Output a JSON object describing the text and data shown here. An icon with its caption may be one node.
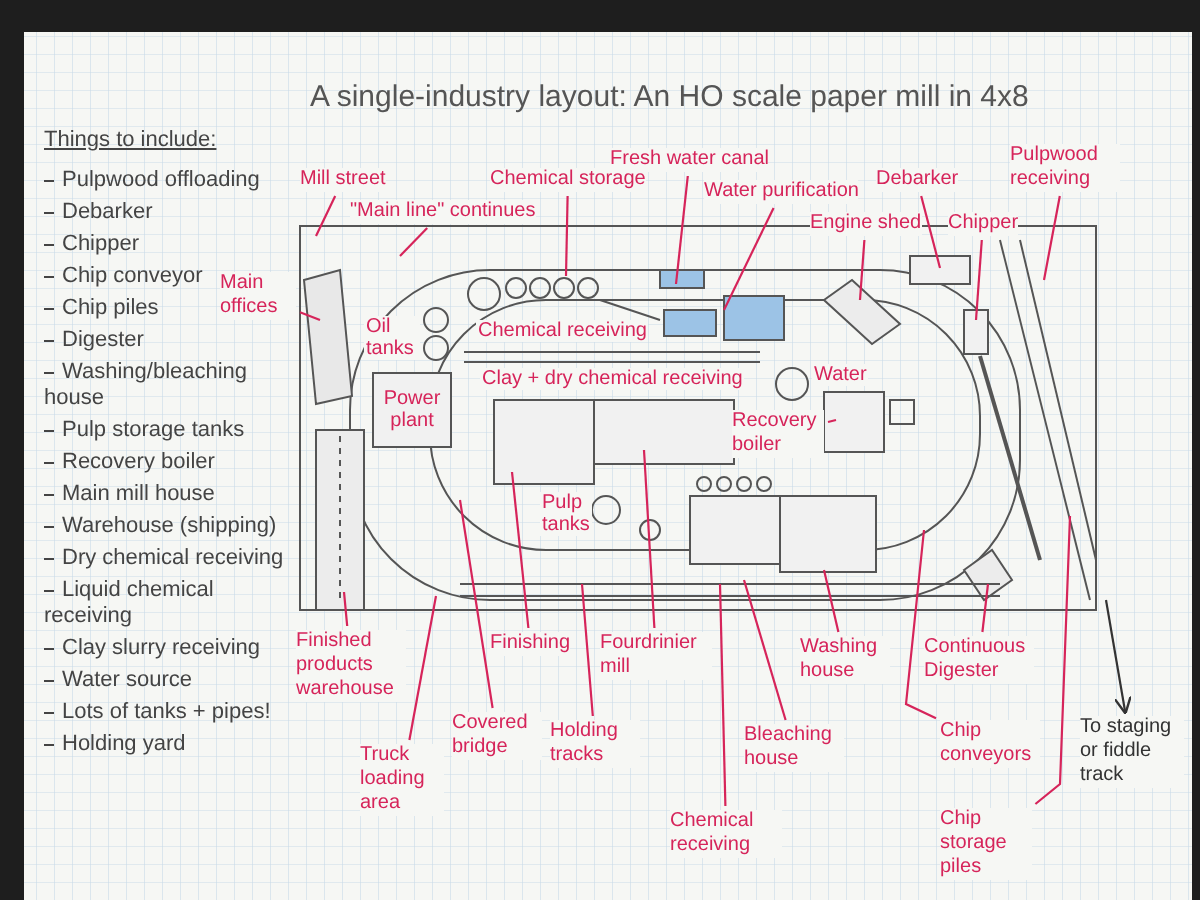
{
  "diagram": {
    "title": "A single-industry layout: An HO scale paper mill in 4x8",
    "nodes": [
      {
        "text": [
          "Mill street"
        ]
      },
      {
        "text": [
          "\"Main line\" continues"
        ]
      },
      {
        "text": [
          "Chemical storage"
        ]
      },
      {
        "text": [
          "Fresh water canal"
        ]
      },
      {
        "text": [
          "Water purification"
        ]
      },
      {
        "text": [
          "Engine shed"
        ]
      },
      {
        "text": [
          "Debarker"
        ]
      },
      {
        "text": [
          "Chipper"
        ]
      },
      {
        "text": [
          "Pulpwood receiving"
        ]
      },
      {
        "text": [
          "Main offices"
        ]
      },
      {
        "text": [
          "Power plant"
        ]
      },
      {
        "text": [
          "Recovery boiler"
        ]
      },
      {
        "text": [
          "Finished products warehouse"
        ]
      },
      {
        "text": [
          "Truck loading area"
        ]
      },
      {
        "text": [
          "Covered bridge"
        ]
      },
      {
        "text": [
          "Finishing"
        ]
      },
      {
        "text": [
          "Fourdrinier mill"
        ]
      },
      {
        "text": [
          "Holding tracks"
        ]
      },
      {
        "text": [
          "Washing house"
        ]
      },
      {
        "text": [
          "Bleaching house"
        ]
      },
      {
        "text": [
          "Chemical receiving"
        ]
      },
      {
        "text": [
          "Continuous Digester"
        ]
      },
      {
        "text": [
          "Chip conveyors"
        ]
      },
      {
        "text": [
          "Chip storage piles"
        ]
      },
      {
        "text": [
          "To staging or fiddle track"
        ]
      }
    ],
    "edges": [
      {
        "from": 0,
        "to": null,
        "arrow": "none"
      },
      {
        "from": 1,
        "to": null,
        "arrow": "none"
      },
      {
        "from": 2,
        "to": null,
        "arrow": "none"
      },
      {
        "from": 3,
        "to": null,
        "arrow": "none"
      },
      {
        "from": 4,
        "to": null,
        "arrow": "none"
      },
      {
        "from": 5,
        "to": null,
        "arrow": "none"
      },
      {
        "from": 6,
        "to": null,
        "arrow": "none"
      },
      {
        "from": 7,
        "to": null,
        "arrow": "none"
      },
      {
        "from": 8,
        "to": null,
        "arrow": "none"
      },
      {
        "from": 9,
        "to": null,
        "arrow": "none"
      },
      {
        "from": 11,
        "to": null,
        "arrow": "none"
      },
      {
        "from": 12,
        "to": null,
        "arrow": "none"
      },
      {
        "from": 13,
        "to": null,
        "arrow": "none"
      },
      {
        "from": 14,
        "to": null,
        "arrow": "none"
      },
      {
        "from": 15,
        "to": null,
        "arrow": "none"
      },
      {
        "from": 16,
        "to": null,
        "arrow": "none"
      },
      {
        "from": 17,
        "to": null,
        "arrow": "none"
      },
      {
        "from": 18,
        "to": null,
        "arrow": "none"
      },
      {
        "from": 19,
        "to": null,
        "arrow": "none"
      },
      {
        "from": 20,
        "to": null,
        "arrow": "none"
      },
      {
        "from": 21,
        "to": null,
        "arrow": "none"
      },
      {
        "from": 22,
        "to": null,
        "arrow": "none"
      },
      {
        "from": 23,
        "to": null,
        "arrow": "none"
      },
      {
        "from": null,
        "to": 24,
        "arrow": "to",
        "color": "#333333"
      }
    ],
    "labels": [
      "Things to include:",
      "Pulpwood offloading",
      "Debarker",
      "Chipper",
      "Chip conveyor",
      "Chip piles",
      "Digester",
      "Washing/bleaching house",
      "Pulp storage tanks",
      "Recovery boiler",
      "Main mill house",
      "Warehouse (shipping)",
      "Dry chemical receiving",
      "Liquid chemical receiving",
      "Clay slurry receiving",
      "Water source",
      "Lots of tanks + pipes!",
      "Holding yard",
      "Oil tanks",
      "Chemical receiving",
      "Clay + dry chemical receiving",
      "Water",
      "Pulp tanks"
    ]
  }
}
